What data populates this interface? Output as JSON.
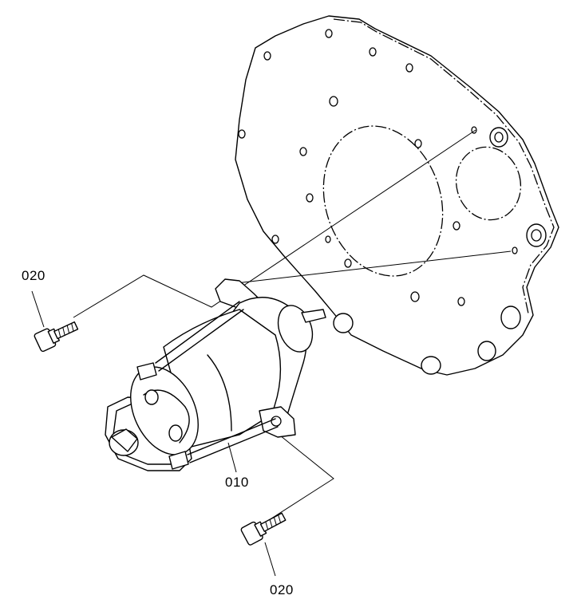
{
  "callouts": {
    "bolt_upper": "020",
    "starter": "010",
    "bolt_lower": "020"
  }
}
